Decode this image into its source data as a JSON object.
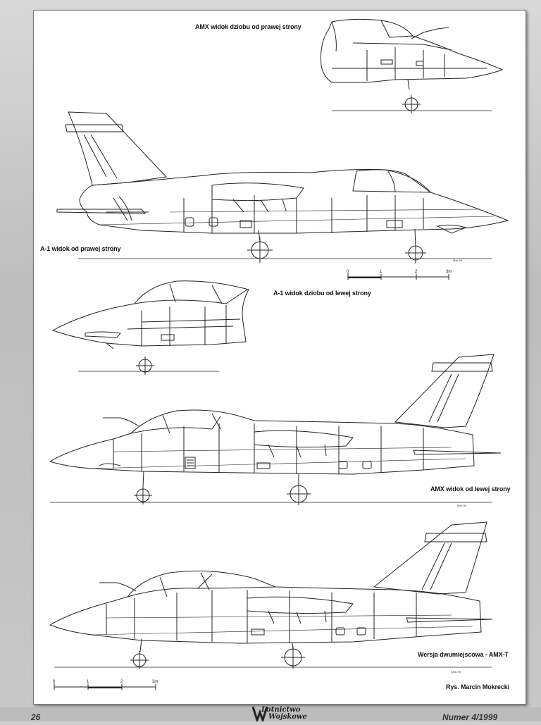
{
  "labels": {
    "amx_nose_right": "AMX widok dziobu od prawej strony",
    "a1_right": "A-1 widok od prawej strony",
    "a1_nose_left": "A-1 widok dziobu od lewej strony",
    "amx_left": "AMX widok od lewej strony",
    "amxt": "Wersja dwumiejscowa - AMX-T",
    "author": "Rys. Marcin Mokrecki"
  },
  "scales": {
    "upper": [
      "0",
      "1",
      "2",
      "3m"
    ],
    "lower": [
      "0",
      "1",
      "2",
      "3m"
    ]
  },
  "footer": {
    "page_number": "26",
    "issue": "Numer 4/1999",
    "logo_line1": "Lotnictwo",
    "logo_line2": "Wojskowe"
  },
  "colors": {
    "ink": "#222222",
    "paper": "#ffffff",
    "scan_gray": "#c8c8c8"
  }
}
